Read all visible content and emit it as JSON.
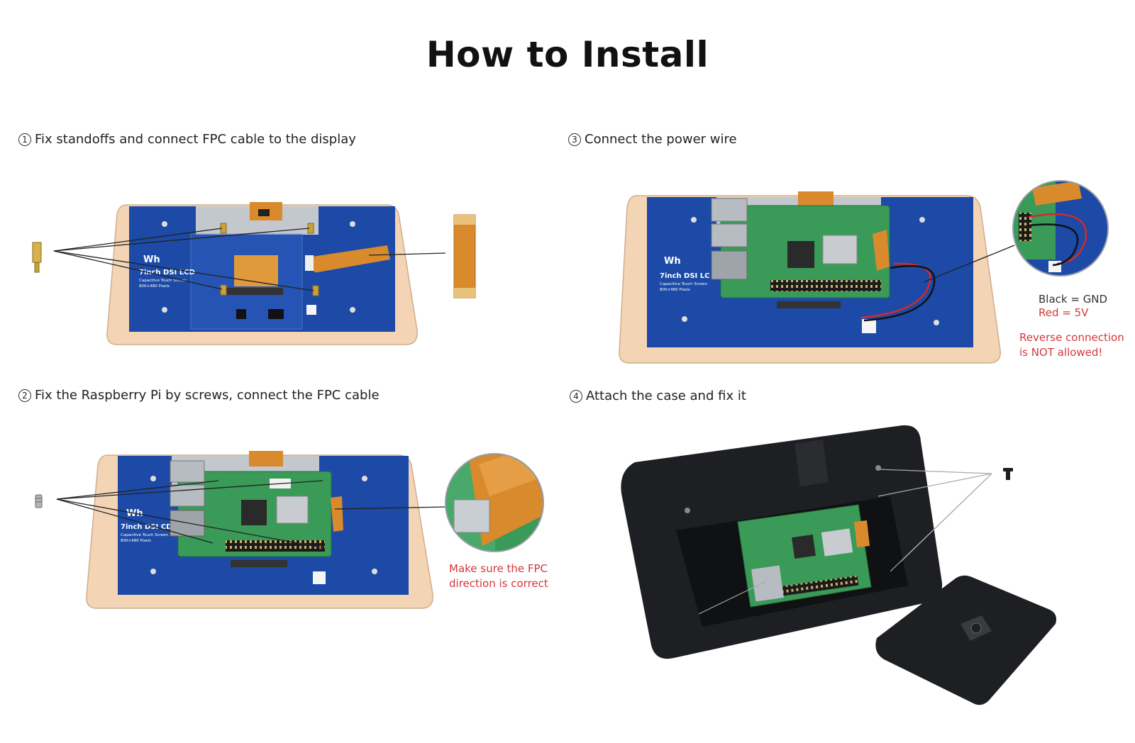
{
  "title": "How to Install",
  "steps": [
    {
      "num": "1",
      "label": "Fix standoffs and connect FPC cable to the display"
    },
    {
      "num": "2",
      "label": "Fix the Raspberry Pi by screws, connect the FPC cable"
    },
    {
      "num": "3",
      "label": "Connect the power wire"
    },
    {
      "num": "4",
      "label": "Attach the case and fix it"
    }
  ],
  "notes": {
    "fpc_direction": [
      "Make sure the FPC",
      "direction is correct"
    ],
    "wire_black": "Black = GND",
    "wire_red": "Red = 5V",
    "reverse": [
      "Reverse connection",
      "is NOT allowed!"
    ]
  },
  "board_text": {
    "brand": "Wh",
    "model": "7inch DSI LCD",
    "model_cut_a": "7inch DSI LC",
    "model_cut_b": "7inch DSI CD",
    "subtitle": "Capacitive Touch Screen",
    "resolution": "800×480 Pixels"
  },
  "colors": {
    "board_blue": "#1c4aa6",
    "frame_tan": "#f3d4b4",
    "fpc_orange": "#d98a2c",
    "pi_green": "#3a9a58",
    "case_black": "#1e1f22",
    "warning_red": "#d4393b"
  }
}
